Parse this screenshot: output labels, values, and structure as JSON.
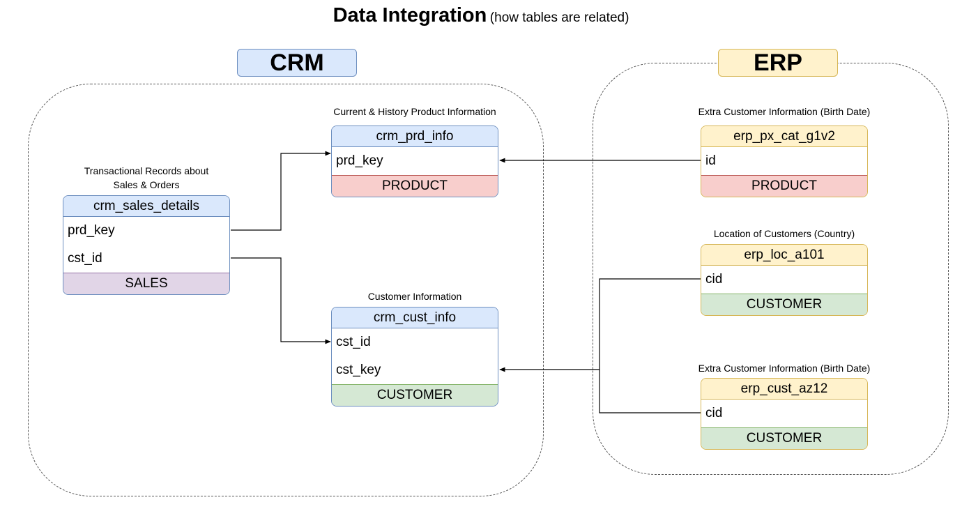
{
  "title": {
    "main": "Data Integration",
    "sub": "(how tables are related)"
  },
  "groups": {
    "crm": {
      "label": "CRM",
      "fill": "#dae8fc",
      "stroke": "#6c8ebf"
    },
    "erp": {
      "label": "ERP",
      "fill": "#fff2cc",
      "stroke": "#d6b656"
    }
  },
  "tables": {
    "crm_sales_details": {
      "description_line1": "Transactional Records about",
      "description_line2": "Sales & Orders",
      "name": "crm_sales_details",
      "fields": [
        "prd_key",
        "cst_id"
      ],
      "category": "SALES"
    },
    "crm_prd_info": {
      "description": "Current & History Product Information",
      "name": "crm_prd_info",
      "fields": [
        "prd_key"
      ],
      "category": "PRODUCT"
    },
    "crm_cust_info": {
      "description": "Customer Information",
      "name": "crm_cust_info",
      "fields": [
        "cst_id",
        "cst_key"
      ],
      "category": "CUSTOMER"
    },
    "erp_px_cat_g1v2": {
      "description": "Extra Customer Information (Birth Date)",
      "name": "erp_px_cat_g1v2",
      "fields": [
        "id"
      ],
      "category": "PRODUCT"
    },
    "erp_loc_a101": {
      "description": "Location of Customers (Country)",
      "name": "erp_loc_a101",
      "fields": [
        "cid"
      ],
      "category": "CUSTOMER"
    },
    "erp_cust_az12": {
      "description": "Extra Customer Information (Birth Date)",
      "name": "erp_cust_az12",
      "fields": [
        "cid"
      ],
      "category": "CUSTOMER"
    }
  },
  "colors": {
    "product": "#f8cecc",
    "customer": "#d5e8d4",
    "sales": "#e1d5e7"
  }
}
